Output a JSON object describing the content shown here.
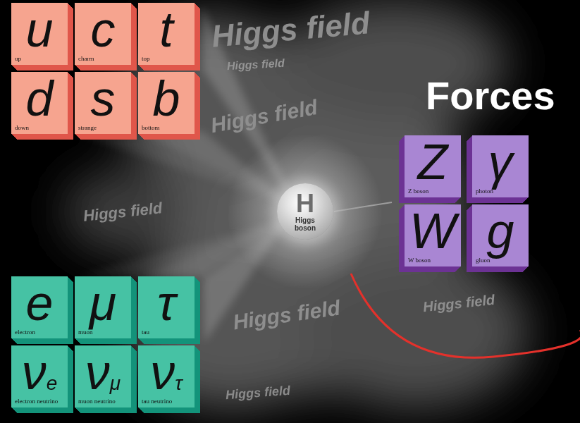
{
  "diagram": {
    "nodes": [
      {
        "text": [
          "u",
          "up"
        ]
      },
      {
        "text": [
          "c",
          "charm"
        ]
      },
      {
        "text": [
          "t",
          "top"
        ]
      },
      {
        "text": [
          "d",
          "down"
        ]
      },
      {
        "text": [
          "s",
          "strange"
        ]
      },
      {
        "text": [
          "b",
          "bottom"
        ]
      },
      {
        "text": [
          "H",
          "Higgs boson"
        ]
      },
      {
        "text": [
          "Z",
          "Z boson"
        ]
      },
      {
        "text": [
          "γ",
          "photon"
        ]
      },
      {
        "text": [
          "W",
          "W boson"
        ]
      },
      {
        "text": [
          "g",
          "gluon"
        ]
      },
      {
        "text": [
          "e",
          "electron"
        ]
      },
      {
        "text": [
          "μ",
          "muon"
        ]
      },
      {
        "text": [
          "τ",
          "tau"
        ]
      },
      {
        "text": [
          "νe",
          "electron neutrino"
        ]
      },
      {
        "text": [
          "νμ",
          "muon neutrino"
        ]
      },
      {
        "text": [
          "ντ",
          "tau neutrino"
        ]
      }
    ],
    "labels": [
      "Forces",
      "Higgs field",
      "Higgs field",
      "Higgs field",
      "Higgs field",
      "Higgs field",
      "Higgs field",
      "Higgs field"
    ]
  }
}
